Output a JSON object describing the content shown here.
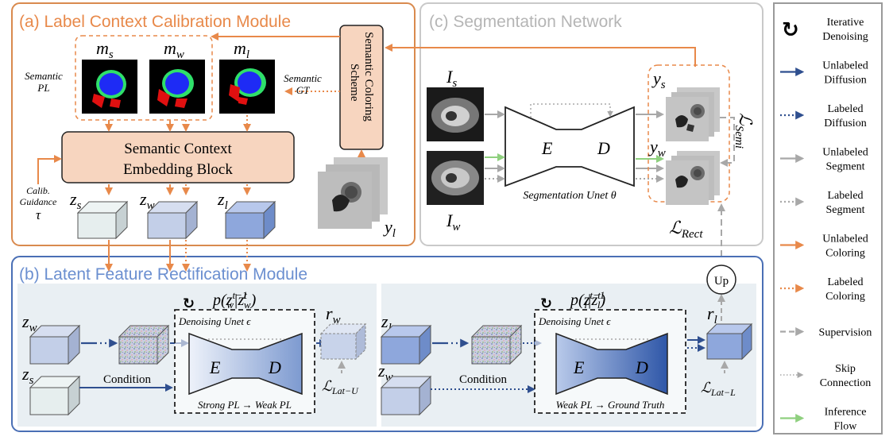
{
  "diagram": {
    "panel_a_title": "(a) Label Context Calibration Module",
    "panel_b_title": "(b) Latent Feature Rectification Module",
    "panel_c_title": "(c) Segmentation Network",
    "m_s": "m",
    "m_s_sub": "s",
    "m_w": "m",
    "m_w_sub": "w",
    "m_l": "m",
    "m_l_sub": "l",
    "semantic_pl_1": "Semantic",
    "semantic_pl_2": "PL",
    "semantic_gt_1": "Semantic",
    "semantic_gt_2": "GT",
    "coloring_scheme_1": "Semantic Coloring",
    "coloring_scheme_2": "Scheme",
    "embedding_block_1": "Semantic Context",
    "embedding_block_2": "Embedding Block",
    "calib_1": "Calib.",
    "calib_2": "Guidance",
    "calib_3": "τ",
    "z": "z",
    "sub_s": "s",
    "sub_w": "w",
    "sub_l": "l",
    "y": "y",
    "I": "I",
    "enc": "E",
    "dec": "D",
    "seg_unet": "Segmentation Unet θ",
    "L_semi": "ℒ",
    "L_semi_sub": "Semi",
    "L_rect": "ℒ",
    "L_rect_sub": "Rect",
    "up": "Up",
    "p_left": "p(z",
    "p_left_sup": "t−1",
    "p_left_mid": "|z",
    "p_left_sup2": "t",
    "p_left_end": ")",
    "denoise": "Denoising Unet ϵ",
    "condition": "Condition",
    "strong_weak": "Strong PL → Weak PL",
    "weak_gt": "Weak PL → Ground Truth",
    "r": "r",
    "L_lat": "ℒ",
    "L_lat_u_sub": "Lat−U",
    "L_lat_l_sub": "Lat−L"
  },
  "legend": {
    "items": [
      {
        "label_1": "Iterative",
        "label_2": "Denoising",
        "style": "denoise"
      },
      {
        "label_1": "Unlabeled",
        "label_2": "Diffusion",
        "style": "navy-solid",
        "color": "#2f4f8f"
      },
      {
        "label_1": "Labeled",
        "label_2": "Diffusion",
        "style": "navy-dot",
        "color": "#2f4f8f"
      },
      {
        "label_1": "Unlabeled",
        "label_2": "Segment",
        "style": "gray-solid",
        "color": "#a8a8a8"
      },
      {
        "label_1": "Labeled",
        "label_2": "Segment",
        "style": "gray-dot",
        "color": "#a8a8a8"
      },
      {
        "label_1": "Unlabeled",
        "label_2": "Coloring",
        "style": "orange-solid",
        "color": "#e8894a"
      },
      {
        "label_1": "Labeled",
        "label_2": "Coloring",
        "style": "orange-dot",
        "color": "#e8894a"
      },
      {
        "label_1": "Supervision",
        "label_2": "",
        "style": "gray-dash",
        "color": "#a8a8a8"
      },
      {
        "label_1": "Skip",
        "label_2": "Connection",
        "style": "gray-fine",
        "color": "#a8a8a8"
      },
      {
        "label_1": "Inference",
        "label_2": "Flow",
        "style": "green-solid",
        "color": "#8fd07f"
      }
    ]
  },
  "colors": {
    "orange": "#e8894a",
    "panel_a_border": "#d98a4e",
    "panel_b_border": "#4a6fb5",
    "panel_b_title": "#6b8fd0",
    "panel_c_title": "#b5b5b5",
    "navy": "#2f4f8f",
    "gray": "#a8a8a8",
    "green": "#8fd07f",
    "embed_fill": "#f7d5bf"
  }
}
